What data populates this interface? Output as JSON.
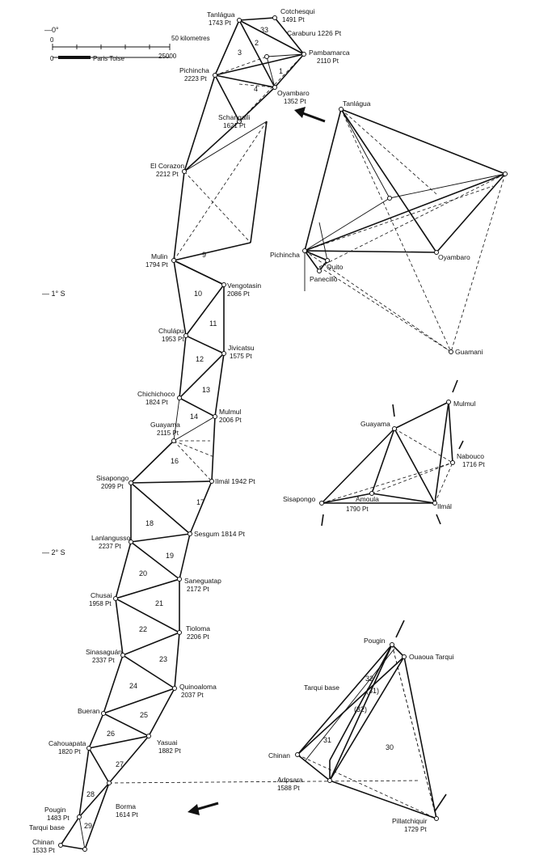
{
  "latitudes": {
    "lat0": "—0°",
    "lat1": "— 1° S",
    "lat2": "— 2° S"
  },
  "scale": {
    "km": "50 kilometres",
    "toise": "Paris Toise",
    "zero1": "0",
    "zero2": "0",
    "toise_val": "25000"
  },
  "stations": {
    "tanlagua": "Tanlágua",
    "tanlagua_alt": "1743 Pt",
    "cotchesqui": "Cotchesqui",
    "cotchesqui_alt": "1491 Pt",
    "caraburu": "Caraburu 1226 Pt",
    "pambamarca": "Pambamarca",
    "pambamarca_alt": "2110 Pt",
    "pichincha": "Pichincha",
    "pichincha_alt": "2223 Pt",
    "oyambaro": "Oyambaro",
    "oyambaro_alt": "1352 Pt",
    "schangalli": "Schangalli",
    "schangalli_alt": "1621 Pt",
    "elcorazon": "El Corazon",
    "elcorazon_alt": "2212 Pt",
    "mulin": "Mulin",
    "mulin_alt": "1794 Pt",
    "vengotasin": "Vengotasin",
    "vengotasin_alt": "2086 Pt",
    "chulapu": "Chulápu",
    "chulapu_alt": "1953 Pt",
    "jivicatsu": "Jivicatsu",
    "jivicatsu_alt": "1575 Pt",
    "chichichoco": "Chichichoco",
    "chichichoco_alt": "1824 Pt",
    "mulmul": "Mulmul",
    "mulmul_alt": "2006 Pt",
    "guayama": "Guayama",
    "guayama_alt": "2115 Pt",
    "sisapongo": "Sisapongo",
    "sisapongo_alt": "2099 Pt",
    "ilmal": "Ilmál 1942 Pt",
    "sesgum": "Sesgum 1814 Pt",
    "lanlangusso": "Lanlangusso",
    "lanlangusso_alt": "2237 Pt",
    "saneguatap": "Saneguatap",
    "saneguatap_alt": "2172 Pt",
    "chusai": "Chusai",
    "chusai_alt": "1958 Pt",
    "tioloma": "Tioloma",
    "tioloma_alt": "2206 Pt",
    "sinasaguan": "Sinasaguán",
    "sinasaguan_alt": "2337 Pt",
    "quinoaloma": "Quinoaloma",
    "quinoaloma_alt": "2037 Pt",
    "bueran": "Bueran",
    "cahouapata": "Cahouapata",
    "cahouapata_alt": "1820 Pt",
    "yasuai": "Yasuai",
    "yasuai_alt": "1882 Pt",
    "pougin": "Pougin",
    "pougin_alt": "1483 Pt",
    "tarquibase": "Tarqui base",
    "chinan": "Chinan",
    "chinan_alt": "1533 Pt",
    "borma": "Borma",
    "borma_alt": "1614 Pt"
  },
  "inset1": {
    "tanlagua": "Tanlágua",
    "pichincha": "Pichincha",
    "quito": "Quito",
    "panecillo": "Panecillo",
    "oyambaro": "Oyambaro",
    "guamani": "Guamani"
  },
  "inset2": {
    "guayama": "Guayama",
    "mulmul": "Mulmul",
    "naboucó": "Nabouco",
    "naboucó_alt": "1716 Pt",
    "sisapongo": "Sisapongo",
    "amoula": "Amoula",
    "amoula_alt": "1790 Pt",
    "ilmal": "Ilmál"
  },
  "inset3": {
    "pougin": "Pougin",
    "ouaoua": "Ouaoua Tarqui",
    "tarquibase": "Tarqui  base",
    "chinan": "Chinan",
    "adpsara": "Adpsara",
    "adpsara_alt": "1588 Pt",
    "pillatchiquir": "Pillatchiquir",
    "pillatchiquir_alt": "1729 Pt"
  },
  "triangles": {
    "t1": "1",
    "t2": "2",
    "t3": "3",
    "t33": "33",
    "t4": "4",
    "t9": "9",
    "t10": "10",
    "t11": "11",
    "t12": "12",
    "t13": "13",
    "t14": "14",
    "t16": "16",
    "t17": "17",
    "t18": "18",
    "t19": "19",
    "t20": "20",
    "t21": "21",
    "t22": "22",
    "t23": "23",
    "t24": "24",
    "t25": "25",
    "t26": "26",
    "t27": "27",
    "t28": "28",
    "t29": "29",
    "i30": "30",
    "i31": "31",
    "i32": "32",
    "i331": "(31)",
    "i332": "(32)"
  }
}
